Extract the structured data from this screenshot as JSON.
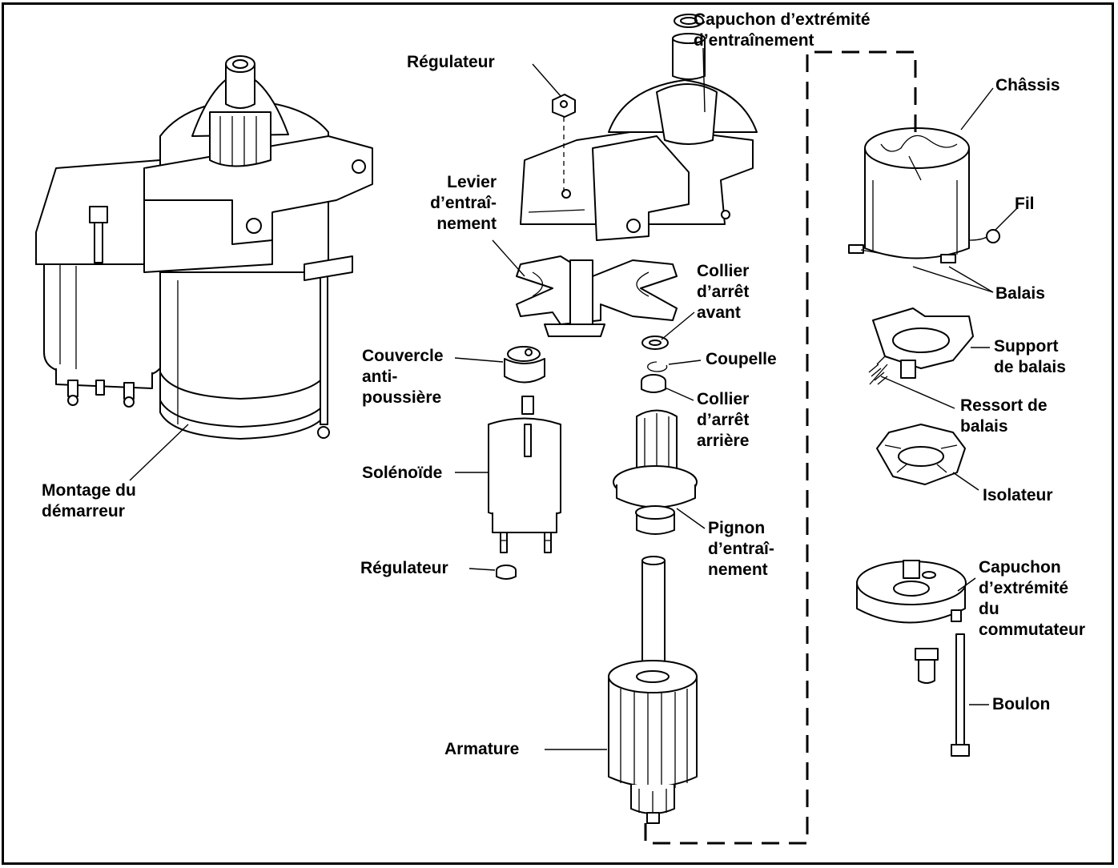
{
  "labels": {
    "capuchon_entrainement": [
      "Capuchon d’extrémité",
      "d’entraînement"
    ],
    "regulateur_top": "Régulateur",
    "chassis": "Châssis",
    "levier": [
      "Levier",
      "d’entraî-",
      "nement"
    ],
    "fil": "Fil",
    "collier_avant": [
      "Collier",
      "d’arrêt",
      "avant"
    ],
    "balais": "Balais",
    "couvercle": [
      "Couvercle",
      "anti-",
      "poussière"
    ],
    "coupelle": "Coupelle",
    "support": [
      "Support",
      "de balais"
    ],
    "collier_arriere": [
      "Collier",
      "d’arrêt",
      "arrière"
    ],
    "ressort": [
      "Ressort de",
      "balais"
    ],
    "montage": [
      "Montage du",
      "démarreur"
    ],
    "solenoide": "Solénoïde",
    "isolateur": "Isolateur",
    "pignon": [
      "Pignon",
      "d’entraî-",
      "nement"
    ],
    "regulateur_bottom": "Régulateur",
    "capuchon_commutateur": [
      "Capuchon",
      "d’extrémité",
      "du",
      "commutateur"
    ],
    "boulon": "Boulon",
    "armature": "Armature"
  }
}
